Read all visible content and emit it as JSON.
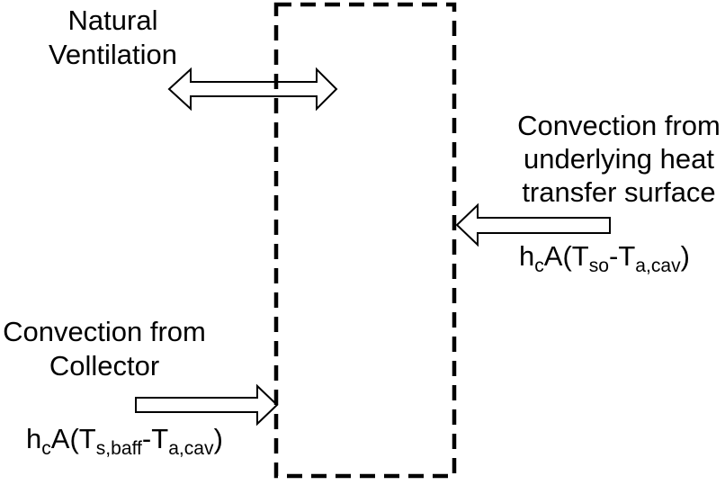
{
  "colors": {
    "ink": "#000000",
    "background": "#ffffff"
  },
  "labels": {
    "natural_ventilation": {
      "line1": "Natural",
      "line2": "Ventilation"
    },
    "underlying": {
      "line1": "Convection from",
      "line2": "underlying heat",
      "line3": "transfer surface"
    },
    "collector": {
      "line1": "Convection from",
      "line2": "Collector"
    }
  },
  "formulas": {
    "underlying": {
      "base1": "h",
      "sub1": "c",
      "base2": "A(T",
      "sub2": "so",
      "base3": "-T",
      "sub3": "a,cav",
      "base4": ")"
    },
    "collector": {
      "base1": "h",
      "sub1": "c",
      "base2": "A(T",
      "sub2": "s,baff",
      "base3": "-T",
      "sub3": "a,cav",
      "base4": ")"
    }
  }
}
